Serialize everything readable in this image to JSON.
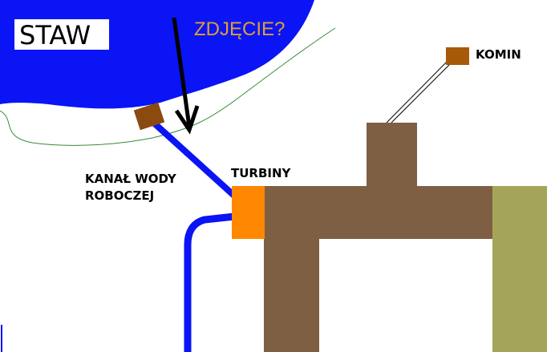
{
  "labels": {
    "pond": "STAW",
    "photo": "ZDJĘCIE?",
    "chimney": "KOMIN",
    "turbines": "TURBINY",
    "canal_line1": "KANAŁ WODY",
    "canal_line2": "ROBOCZEJ"
  },
  "colors": {
    "water": "#0a14f5",
    "building": "#7f5f44",
    "turbine": "#ff8800",
    "chimney": "#a65a0a",
    "intake": "#8b4a10",
    "annex": "#a5a55a",
    "shore": "#3a8a3a",
    "photo_label": "#e0a030"
  },
  "icons": {
    "arrow": "down-arrow-icon"
  }
}
